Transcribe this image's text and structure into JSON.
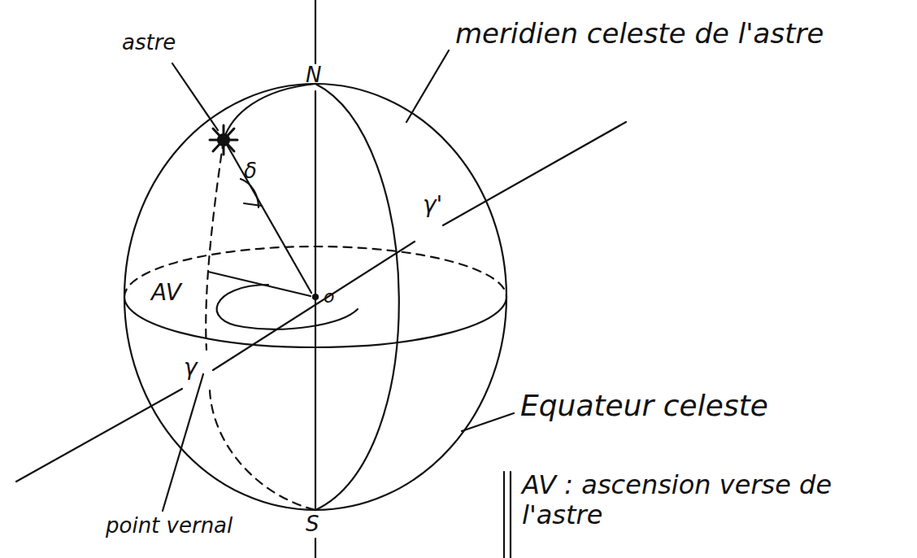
{
  "diagram": {
    "labels": [
      "astre",
      "N",
      "meridien celeste de l'astre",
      "δ",
      "γ'",
      "AV",
      "o",
      "Equateur celeste",
      "γ",
      "point vernal",
      "S",
      "AV : ascension verse de l'astre"
    ]
  }
}
